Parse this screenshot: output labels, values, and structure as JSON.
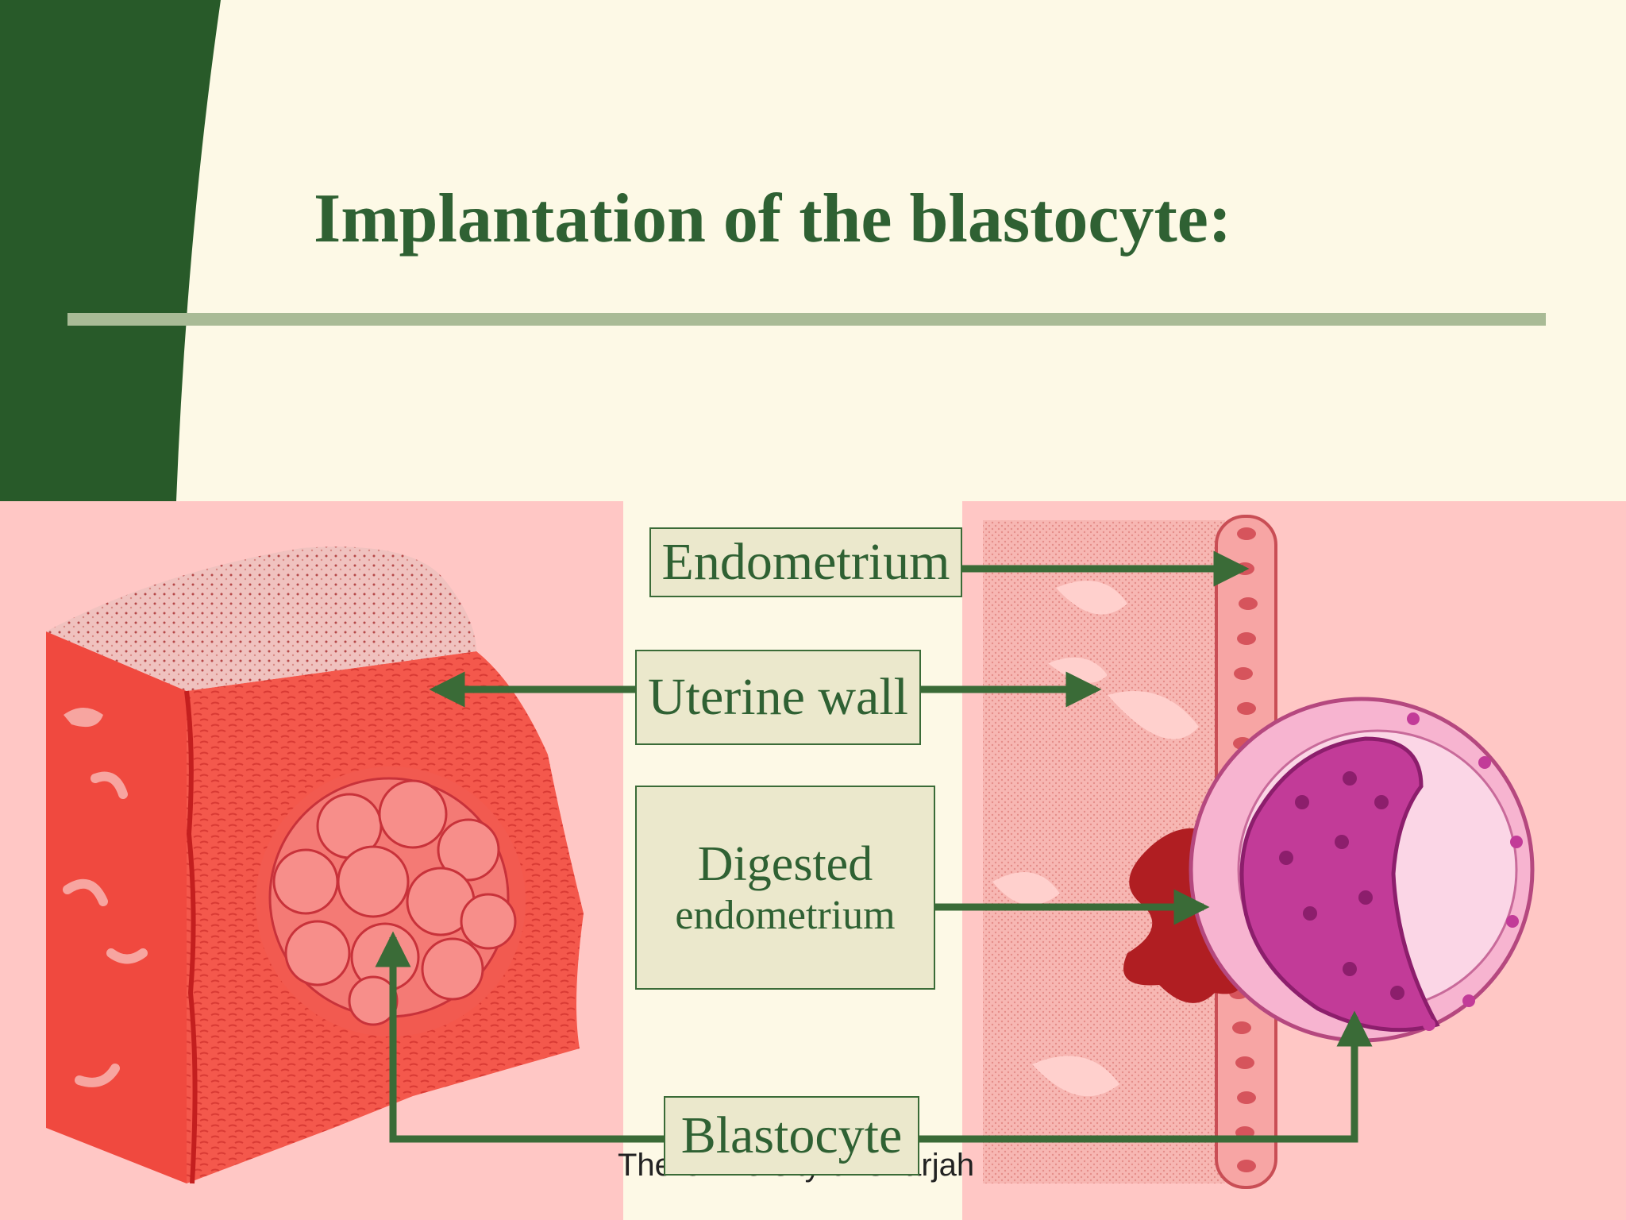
{
  "slide": {
    "title": "Implantation of the blastocyte:",
    "footer": "The University of Sharjah"
  },
  "labels": {
    "endometrium": "Endometrium",
    "uterine_wall": "Uterine wall",
    "digested_line1": "Digested",
    "digested_line2": "endometrium",
    "blastocyte": "Blastocyte"
  },
  "colors": {
    "background": "#fdf9e6",
    "accent_green": "#2f6133",
    "arrow_green": "#3a6b37",
    "rule": "#a9bb96",
    "label_fill": "#ebe8cc",
    "panel_pink": "#ffc7c5",
    "tissue_red": "#f2544a"
  }
}
